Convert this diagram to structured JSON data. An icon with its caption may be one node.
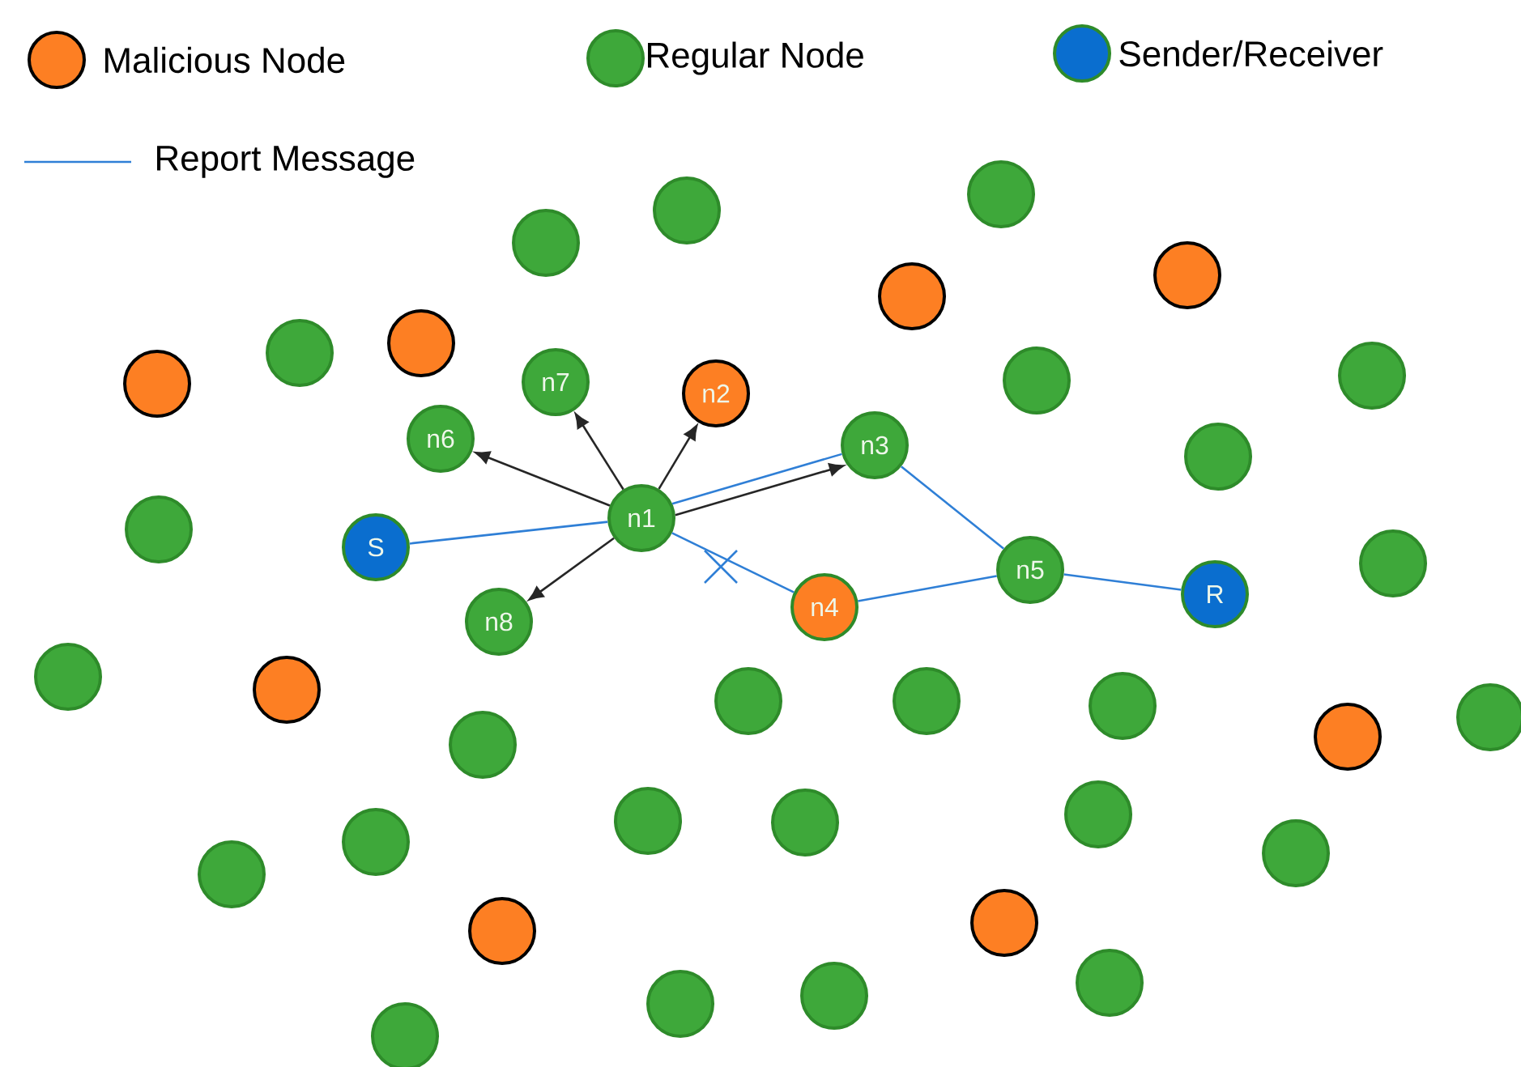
{
  "diagram": {
    "nodes": [
      {
        "text": [],
        "shape": "circle"
      },
      {
        "text": [],
        "shape": "circle"
      },
      {
        "text": [],
        "shape": "circle"
      },
      {
        "text": [],
        "shape": "circle"
      },
      {
        "text": [],
        "shape": "circle"
      },
      {
        "text": [],
        "shape": "circle"
      },
      {
        "text": [],
        "shape": "circle"
      },
      {
        "text": [],
        "shape": "circle"
      },
      {
        "text": [],
        "shape": "circle"
      },
      {
        "text": [
          "n7"
        ]
      },
      {
        "text": [],
        "shape": "circle"
      },
      {
        "text": [
          "n2"
        ]
      },
      {
        "text": [
          "n6"
        ]
      },
      {
        "text": [
          "n3"
        ]
      },
      {
        "text": [],
        "shape": "circle"
      },
      {
        "text": [
          "n1"
        ]
      },
      {
        "text": [],
        "shape": "circle"
      },
      {
        "text": [
          "S"
        ]
      },
      {
        "text": [],
        "shape": "circle"
      },
      {
        "text": [
          "n5"
        ]
      },
      {
        "text": [
          "R"
        ]
      },
      {
        "text": [
          "n4"
        ]
      },
      {
        "text": [
          "n8"
        ]
      },
      {
        "text": [],
        "shape": "circle"
      },
      {
        "text": [],
        "shape": "circle"
      },
      {
        "text": [],
        "shape": "circle"
      },
      {
        "text": [],
        "shape": "circle"
      },
      {
        "text": [],
        "shape": "circle"
      },
      {
        "text": [],
        "shape": "circle"
      },
      {
        "text": [],
        "shape": "circle"
      },
      {
        "text": [],
        "shape": "circle"
      },
      {
        "text": [],
        "shape": "circle"
      },
      {
        "text": [],
        "shape": "circle"
      },
      {
        "text": [],
        "shape": "circle"
      },
      {
        "text": [],
        "shape": "circle"
      },
      {
        "text": [],
        "shape": "circle"
      },
      {
        "text": [],
        "shape": "circle"
      },
      {
        "text": [],
        "shape": "circle"
      },
      {
        "text": [],
        "shape": "circle"
      },
      {
        "text": [],
        "shape": "circle"
      },
      {
        "text": [],
        "shape": "circle"
      },
      {
        "text": [],
        "shape": "circle"
      },
      {
        "text": [],
        "shape": "circle"
      }
    ],
    "edges": [
      {
        "from": 17,
        "to": 15,
        "arrow": "none"
      },
      {
        "from": 15,
        "to": 13,
        "arrow": "none"
      },
      {
        "from": 13,
        "to": 19,
        "arrow": "none"
      },
      {
        "from": 15,
        "to": 21,
        "arrow": "none"
      },
      {
        "from": 21,
        "to": 19,
        "arrow": "none"
      },
      {
        "from": 19,
        "to": 20,
        "arrow": "none"
      },
      {
        "from": 15,
        "to": 12,
        "arrow": "to",
        "color": "#262626"
      },
      {
        "from": 15,
        "to": 9,
        "arrow": "to",
        "color": "#262626"
      },
      {
        "from": 15,
        "to": 11,
        "arrow": "to",
        "color": "#262626"
      },
      {
        "from": 15,
        "to": 13,
        "arrow": "to",
        "color": "#262626"
      },
      {
        "from": 15,
        "to": 22,
        "arrow": "to",
        "color": "#262626"
      }
    ],
    "legend": [
      {
        "text": "Malicious Node",
        "color": "#fd7f23"
      },
      {
        "text": "Regular Node",
        "color": "#3ea83a"
      },
      {
        "text": "Sender/Receiver",
        "color": "#0a6ecf"
      },
      {
        "text": "Report Message"
      }
    ]
  }
}
